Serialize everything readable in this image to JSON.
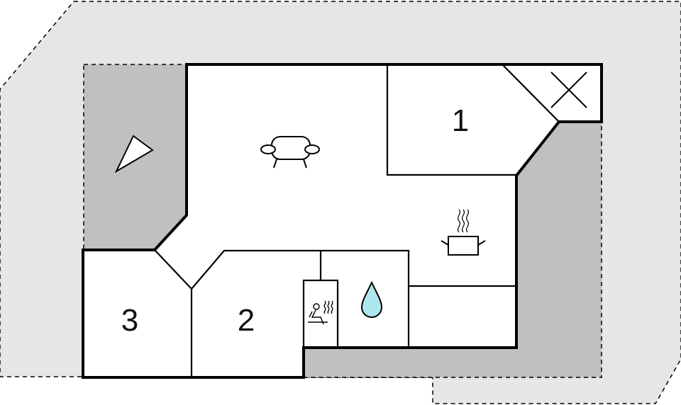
{
  "floorplan": {
    "rooms": [
      {
        "id": "bedroom-1",
        "label": "1"
      },
      {
        "id": "bedroom-2",
        "label": "2"
      },
      {
        "id": "bedroom-3",
        "label": "3"
      }
    ],
    "icons": [
      "sofa-icon",
      "cooking-pot-icon",
      "water-drop-icon",
      "sauna-icon",
      "crossed-box-icon",
      "compass-triangle-icon"
    ],
    "colors": {
      "wall": "#000000",
      "interior": "#ffffff",
      "terrace": "#c0c0c0",
      "plot": "#e6e6e6",
      "water": "#aee6ee"
    }
  }
}
